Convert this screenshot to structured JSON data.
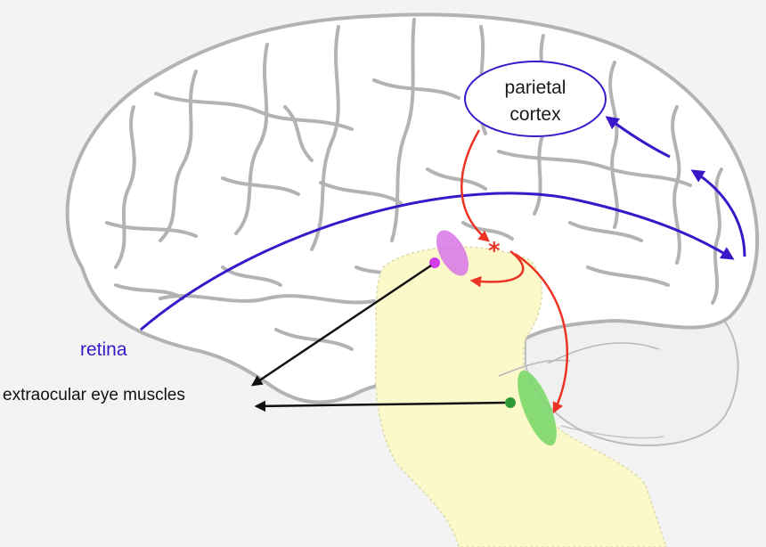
{
  "labels": {
    "parietal_line1": "parietal",
    "parietal_line2": "cortex",
    "retina": "retina",
    "extraocular": "extraocular eye muscles"
  },
  "colors": {
    "background": "#f3f3f3",
    "brain_fill": "#ffffff",
    "sulcus": "#b3b3b3",
    "brainstem": "#fbf8c9",
    "cerebellum": "#f0f0f0",
    "visual_pathway": "#3a17c9",
    "cortical_output": "#ec3324",
    "motor_output": "#111111",
    "magenta_nucleus": "#d776e8",
    "magenta_dot": "#d13bea",
    "green_nucleus": "#7cd86a",
    "green_dot": "#2f9a36",
    "text_dark": "#1a1a1a",
    "text_blue": "#3a17c9"
  },
  "icons": {
    "asterisk": "asterisk-icon"
  }
}
